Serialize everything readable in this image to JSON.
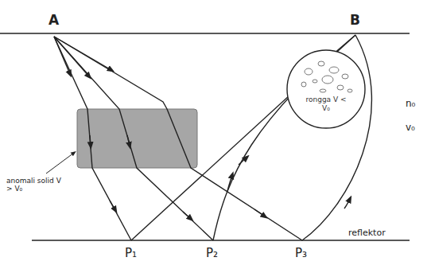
{
  "diagram": {
    "nodes": [
      {
        "text": [
          "rongga V < V₀"
        ]
      }
    ],
    "labels": [
      "A",
      "B",
      "P₁",
      "P₂",
      "P₃",
      "anomali solid V > V₀",
      "reflektor",
      "n₀",
      "v₀"
    ]
  }
}
